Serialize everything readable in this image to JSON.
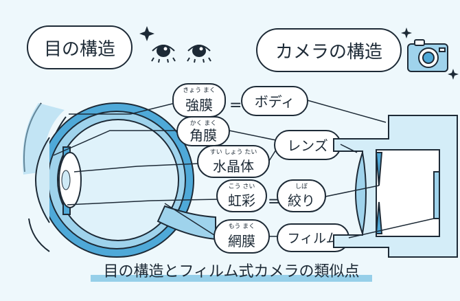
{
  "titles": {
    "eye": "目の構造",
    "camera": "カメラの構造",
    "caption": "目の構造とフィルム式カメラの類似点"
  },
  "eye_parts": [
    {
      "ruby": "きょう まく",
      "label": "強膜"
    },
    {
      "ruby": "かく まく",
      "label": "角膜"
    },
    {
      "ruby": "すい しょう たい",
      "label": "水晶体"
    },
    {
      "ruby": "こう さい",
      "label": "虹彩"
    },
    {
      "ruby": "もう まく",
      "label": "網膜"
    }
  ],
  "camera_parts": [
    {
      "ruby": "",
      "label": "ボディ"
    },
    {
      "ruby": "",
      "label": "レンズ"
    },
    {
      "ruby": "しぼ",
      "label": "絞り"
    },
    {
      "ruby": "",
      "label": "フィルム"
    }
  ],
  "connectors": {
    "equals": "="
  },
  "colors": {
    "background": "#eef8fc",
    "bubble": "#ffffff",
    "outline": "#1d2a36",
    "eye_fill": "#cfeaf6",
    "eye_mid": "#9fd3ec",
    "eye_deep": "#4fa9d8",
    "camera_fill": "#d4edf8",
    "underline": "#7fc4e4"
  },
  "icons": [
    "eyes-icon",
    "sparkle-icon",
    "camera-icon"
  ]
}
